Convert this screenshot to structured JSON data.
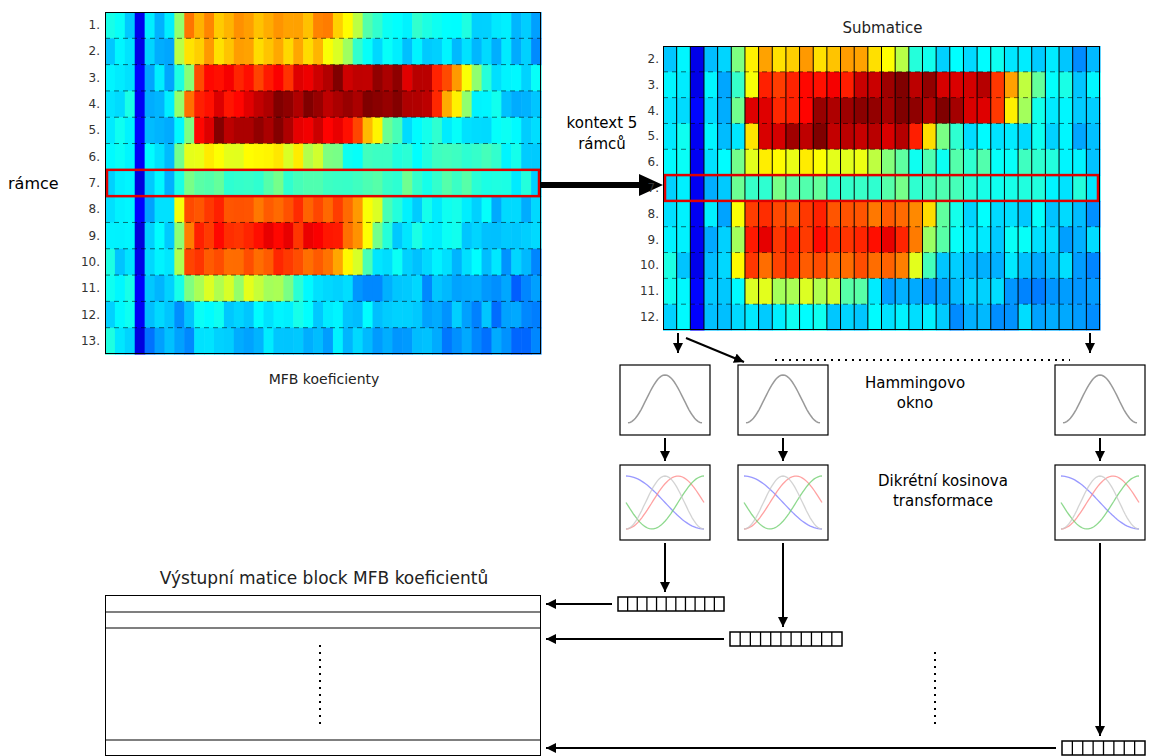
{
  "diagram": {
    "nodes": [
      {
        "text": [
          "MFB koeficienty"
        ]
      },
      {
        "text": [
          "Submatice"
        ]
      },
      {
        "text": [
          "Výstupní matice block MFB koeficientů"
        ]
      }
    ],
    "edges": [
      {
        "from": 0,
        "to": 1,
        "arrow": "to",
        "label": "kontext 5 rámců"
      }
    ],
    "labels": [
      "1.",
      "2.",
      "3.",
      "4.",
      "5.",
      "6.",
      "7.",
      "8.",
      "9.",
      "10.",
      "11.",
      "12.",
      "13.",
      "rámce",
      "2.",
      "3.",
      "4.",
      "5.",
      "6.",
      "7.",
      "8.",
      "9.",
      "10.",
      "11.",
      "12.",
      "Hammingovo okno",
      "Dikrétní kosinova transformace"
    ]
  }
}
